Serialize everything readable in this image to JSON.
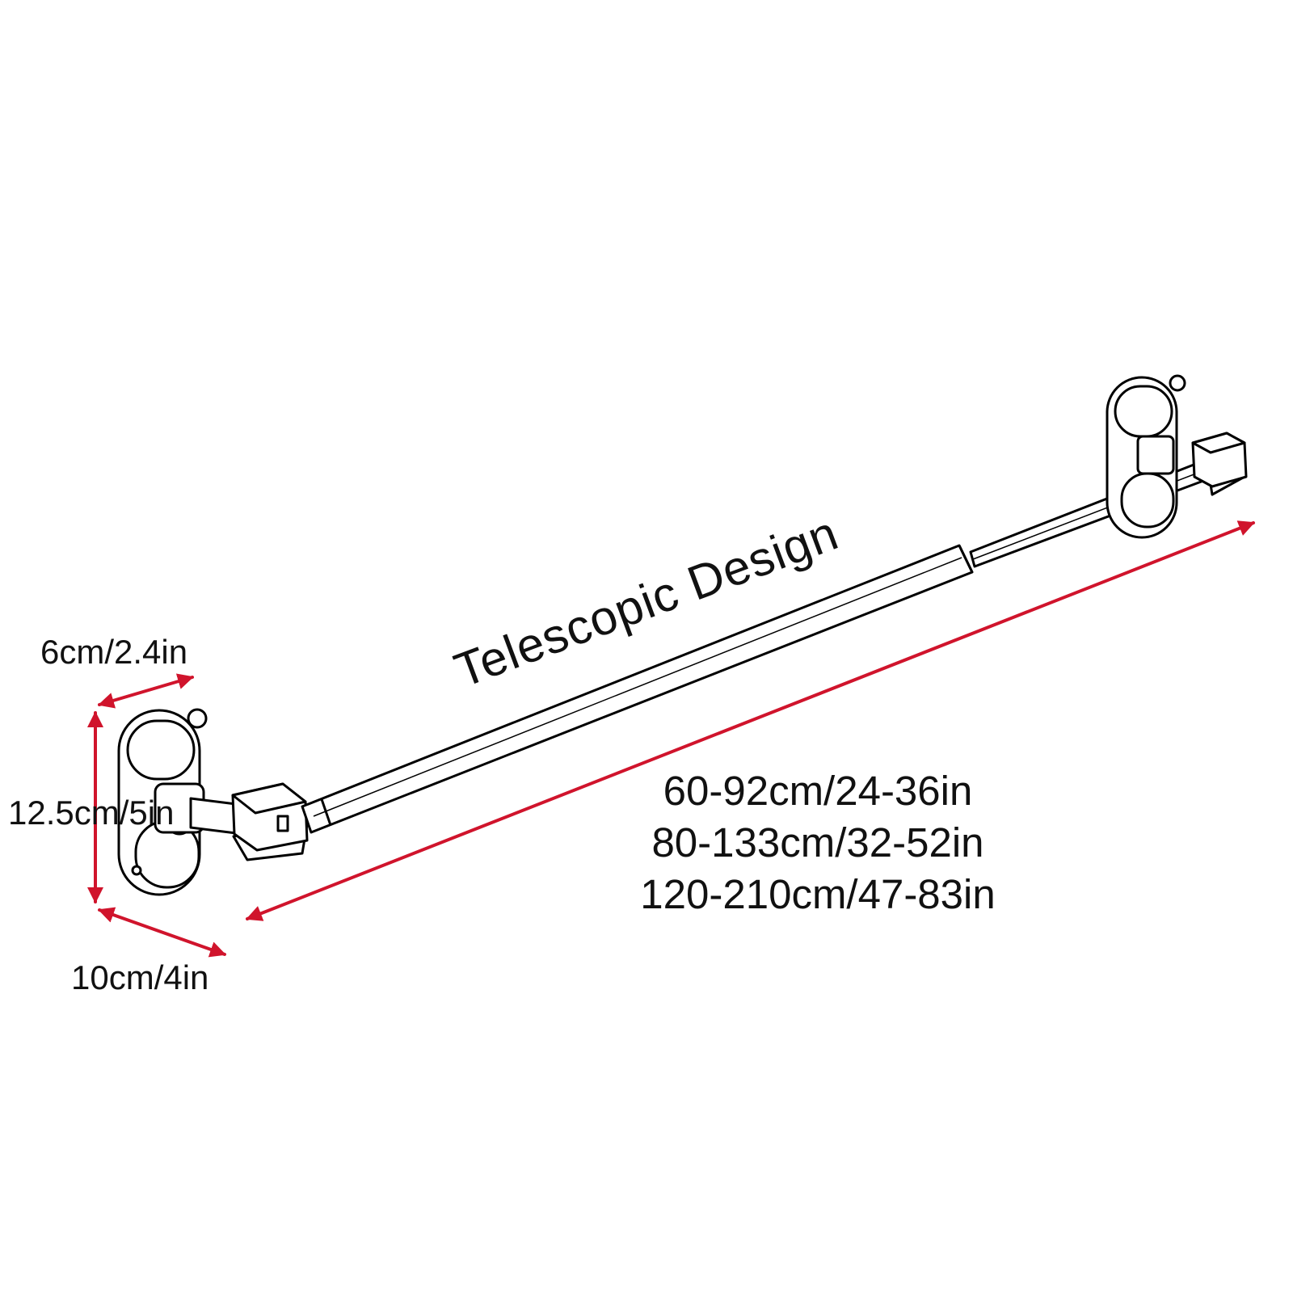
{
  "title": "Telescopic Design",
  "dimensions": {
    "bracket_width": "6cm/2.4in",
    "bracket_height": "12.5cm/5in",
    "bracket_depth": "10cm/4in"
  },
  "length_options": [
    "60-92cm/24-36in",
    "80-133cm/32-52in",
    "120-210cm/47-83in"
  ],
  "colors": {
    "arrow": "#d0142c",
    "outline": "#000000",
    "background": "#ffffff"
  }
}
